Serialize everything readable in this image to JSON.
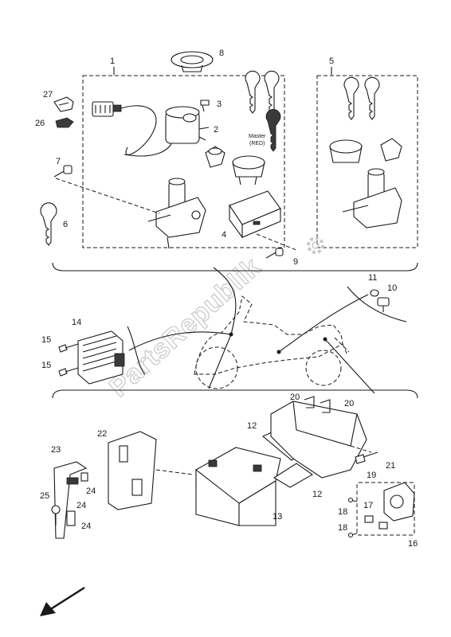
{
  "watermark": "PartsRepublik",
  "master_label_line1": "Master",
  "master_label_line2": "(RED)",
  "callouts": [
    "1",
    "2",
    "3",
    "4",
    "5",
    "6",
    "7",
    "8",
    "9",
    "10",
    "11",
    "12",
    "13",
    "14",
    "15",
    "16",
    "17",
    "18",
    "19",
    "20",
    "21",
    "22",
    "23",
    "24",
    "25",
    "26",
    "27"
  ],
  "colors": {
    "line": "#1a1a1a",
    "watermark": "#c8c8c8",
    "background": "#ffffff"
  },
  "icons": {
    "direction_arrow": "arrow-down-left-icon"
  }
}
